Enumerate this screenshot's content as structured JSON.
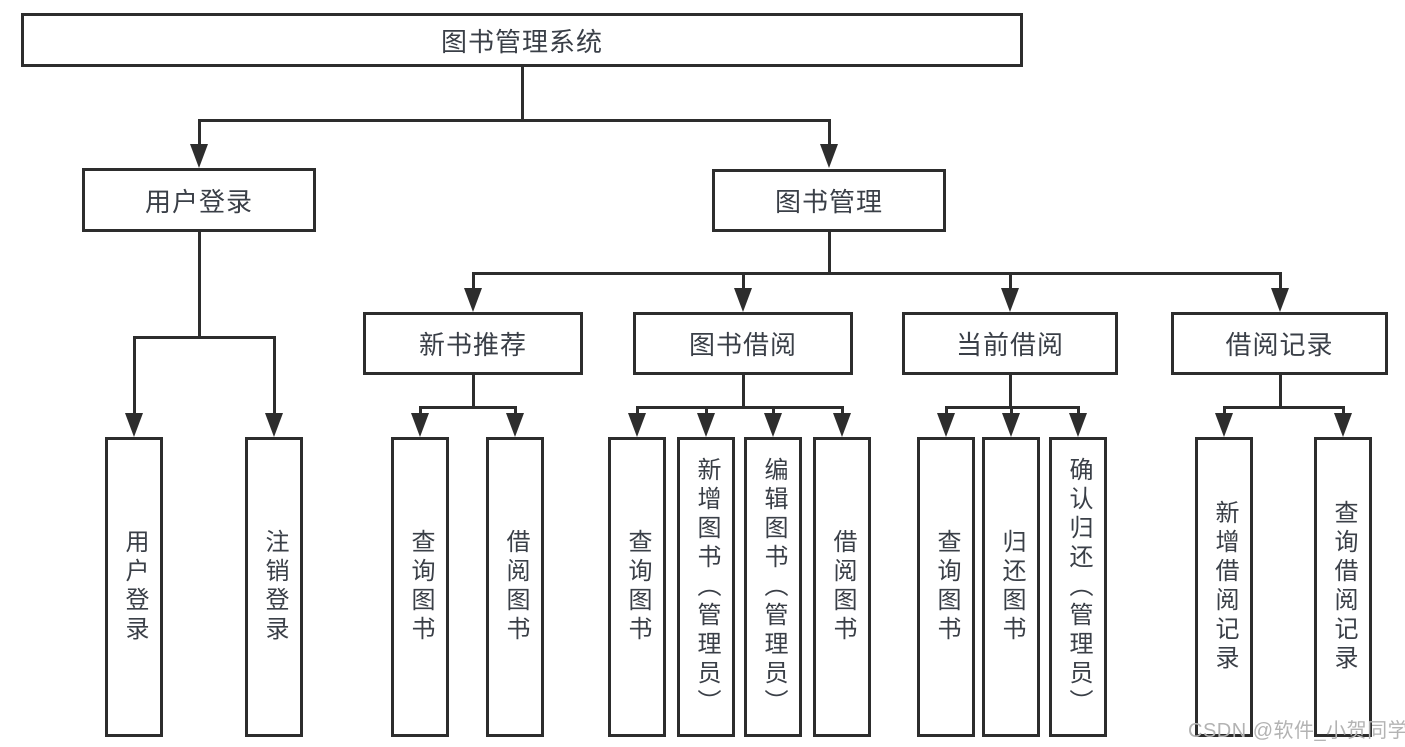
{
  "title": "图书管理系统",
  "watermark": "CSDN @软件_小贺同学",
  "colors": {
    "line": "#2d2d2d",
    "text": "#3a3f47",
    "background": "#ffffff",
    "watermark": "#b3b3b3"
  },
  "tree": {
    "root": {
      "label": "图书管理系统"
    },
    "branches": [
      {
        "label": "用户登录",
        "children": [
          {
            "label": "用户登录"
          },
          {
            "label": "注销登录"
          }
        ]
      },
      {
        "label": "图书管理",
        "children": [
          {
            "label": "新书推荐",
            "children": [
              {
                "label": "查询图书"
              },
              {
                "label": "借阅图书"
              }
            ]
          },
          {
            "label": "图书借阅",
            "children": [
              {
                "label": "查询图书"
              },
              {
                "label": "新增图书（管理员）"
              },
              {
                "label": "编辑图书（管理员）"
              },
              {
                "label": "借阅图书"
              }
            ]
          },
          {
            "label": "当前借阅",
            "children": [
              {
                "label": "查询图书"
              },
              {
                "label": "归还图书"
              },
              {
                "label": "确认归还（管理员）"
              }
            ]
          },
          {
            "label": "借阅记录",
            "children": [
              {
                "label": "新增借阅记录"
              },
              {
                "label": "查询借阅记录"
              }
            ]
          }
        ]
      }
    ]
  }
}
